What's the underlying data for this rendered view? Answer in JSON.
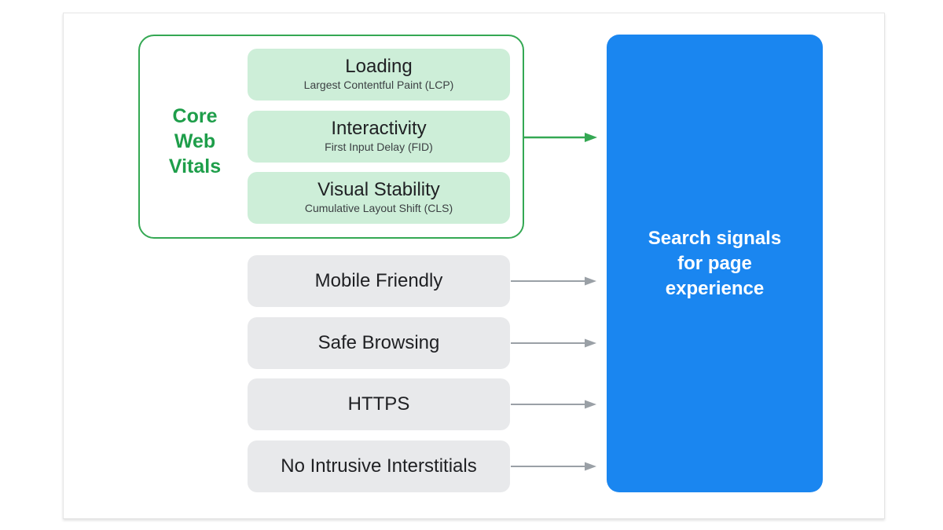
{
  "core_web_vitals": {
    "label": "Core\nWeb\nVitals",
    "metrics": [
      {
        "title": "Loading",
        "subtitle": "Largest Contentful Paint (LCP)"
      },
      {
        "title": "Interactivity",
        "subtitle": "First Input Delay (FID)"
      },
      {
        "title": "Visual Stability",
        "subtitle": "Cumulative Layout Shift (CLS)"
      }
    ]
  },
  "other_signals": [
    {
      "label": "Mobile Friendly"
    },
    {
      "label": "Safe Browsing"
    },
    {
      "label": "HTTPS"
    },
    {
      "label": "No Intrusive Interstitials"
    }
  ],
  "target": {
    "label": "Search signals\nfor page\nexperience"
  },
  "colors": {
    "green_accent": "#34a853",
    "green_fill": "#cdeed8",
    "gray_fill": "#e8e9eb",
    "blue_target": "#1a86f0",
    "arrow_gray": "#9aa0a6"
  }
}
